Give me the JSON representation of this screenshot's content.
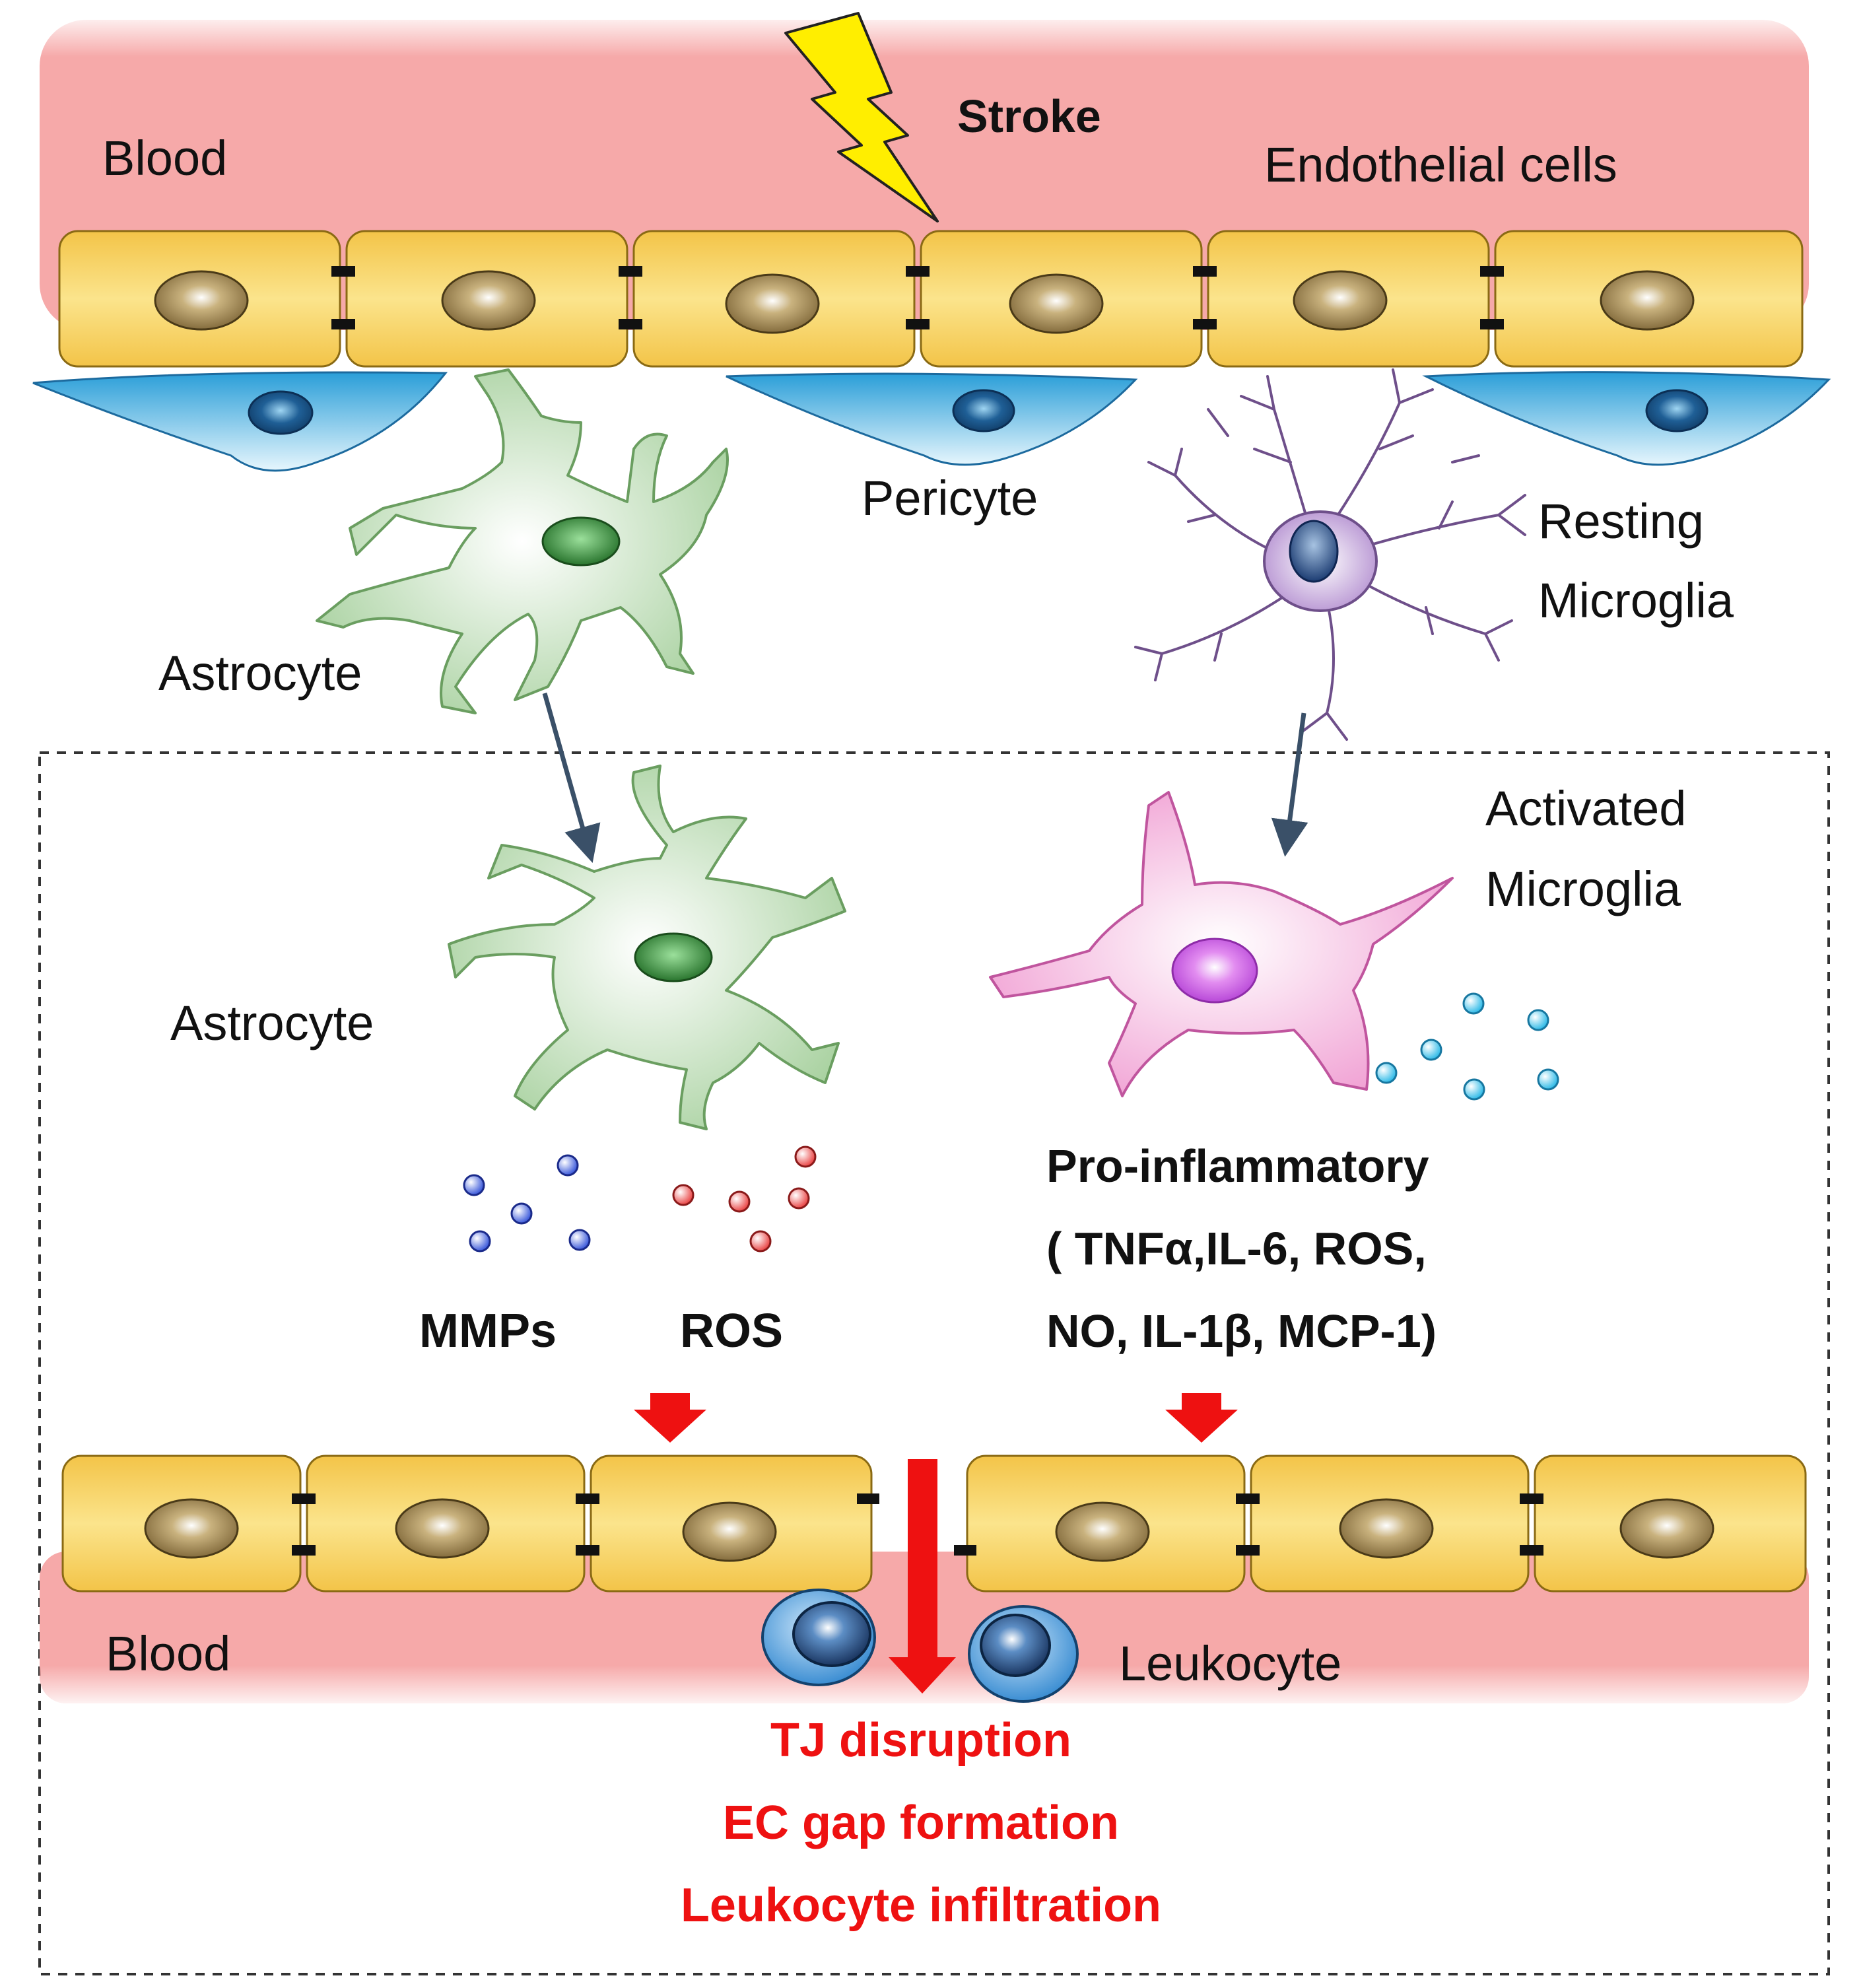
{
  "labels": {
    "stroke": "Stroke",
    "blood_top": "Blood",
    "endothelial_cells": "Endothelial cells",
    "pericyte": "Pericyte",
    "resting_microglia_line1": "Resting",
    "resting_microglia_line2": "Microglia",
    "astrocyte_top": "Astrocyte",
    "activated_microglia_line1": "Activated",
    "activated_microglia_line2": "Microglia",
    "astrocyte_bottom": "Astrocyte",
    "pro_inflammatory_line1": "Pro-inflammatory",
    "pro_inflammatory_line2": "( TNFα,IL-6, ROS,",
    "pro_inflammatory_line3": "NO, IL-1β, MCP-1)",
    "mmps": "MMPs",
    "ros": "ROS",
    "blood_bottom": "Blood",
    "leukocyte": "Leukocyte",
    "outcome_line1": "TJ disruption",
    "outcome_line2": "EC gap formation",
    "outcome_line3": "Leukocyte infiltration"
  },
  "colors": {
    "blood": "#f6a9a9",
    "endothelial_fill": "#f7cf5a",
    "nucleus": "#8a7444",
    "pericyte": "#4bb3e3",
    "astrocyte": "#a8d2a0",
    "astrocyte_nucleus": "#2e7a2e",
    "resting_microglia": "#b48ad0",
    "activated_microglia": "#f2a3d6",
    "mmp_particles": "#3355dd",
    "ros_particles": "#ee4444",
    "cytokine_particles": "#33c0e8",
    "lightning": "#ffee00",
    "dark_arrow": "#3a5068",
    "red_arrow": "#ee1111",
    "leukocyte": "#3c8fd4"
  }
}
